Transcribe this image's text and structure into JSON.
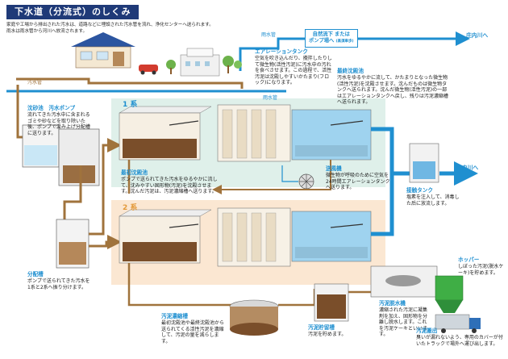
{
  "title": "下水道（分流式）のしくみ",
  "intro": [
    "家庭や工場から排出された汚水は、道路などに埋設された汚水管を流れ、浄化センターへ送られます。",
    "雨水は雨水管から河川へ放流されます。"
  ],
  "pipes": {
    "rain_top": "雨水管",
    "sewage": "汚水管",
    "rain_main": "雨水管"
  },
  "outfall_box": {
    "line1": "自然流下 または",
    "line2": "ポンプ場へ",
    "note": "(高須車歩)"
  },
  "river1": "庄内川へ",
  "river2": "庄内川へ",
  "systems": {
    "s1": "1 系",
    "s2": "2 系"
  },
  "grit": {
    "title": "沈砂池",
    "desc": "流れてきた汚水中に含まれるゴミや砂などを取り除いた後、ポンプで汲み上げ分配槽に送ります。"
  },
  "pump": {
    "title": "汚水ポンプ"
  },
  "distributor": {
    "title": "分配槽",
    "desc": "ポンプで送られてきた汚水を1系と2系へ振り分けます。"
  },
  "primary": {
    "title": "最初沈殿池",
    "desc": "ポンプで送られてきた汚水をゆるやかに流して、沈みやすい固形物(汚泥)を沈殿させます。沈んだ汚泥は、汚泥濃縮槽へ送ります。"
  },
  "aeration": {
    "title": "エアレーションタンク",
    "desc": "空気を吹き込んだり、攪拌したりして微生物(活性汚泥)に汚水中の汚れを食べさせます。この過程で、活性汚泥は沈殿しやすいかたまり(フロック)になります。"
  },
  "final": {
    "title": "最終沈殿池",
    "desc": "汚水をゆるやかに流して、かたまりとなった微生物(活性汚泥)を沈殿させます。沈んだものは微生物タンクへ送られます。沈んだ微生物(活性汚泥)の一部はエアレーションタンクへ戻し、残りは汚泥濃縮槽へ送られます。"
  },
  "blower": {
    "title": "送風機",
    "desc": "微生物が呼吸のために空気を24時間エアレーションタンクへ送ります。"
  },
  "chlorination": {
    "title": "接触タンク",
    "desc": "塩素を注入して、消毒した后に放流します。"
  },
  "thickener": {
    "title": "汚泥濃縮槽",
    "desc": "最初沈殿池や最終沈殿池から送られてくる活性汚泥を濃縮して、汚泥の量を減らします。"
  },
  "storage": {
    "title": "汚泥貯留槽",
    "desc": "汚泥を貯めます。"
  },
  "dewater": {
    "title": "汚泥脱水機",
    "desc": "濃縮された汚泥に凝集剤を加え、固形物を分離し脱水します。これを汚泥ケーキといいます。"
  },
  "hopper": {
    "title": "ホッパー",
    "desc": "しぼった汚泥(脱水ケーキ)を貯めます。"
  },
  "export": {
    "title": "汚泥搬出",
    "desc": "臭いが漏れないよう、専用のカバーが付いたトラックで場外へ運び出します。"
  },
  "colors": {
    "blue": "#1f8fd0",
    "brown": "#a0733c",
    "navy": "#1f3a78",
    "water": "#9fd3ef",
    "sludge": "#7a4e2a"
  }
}
